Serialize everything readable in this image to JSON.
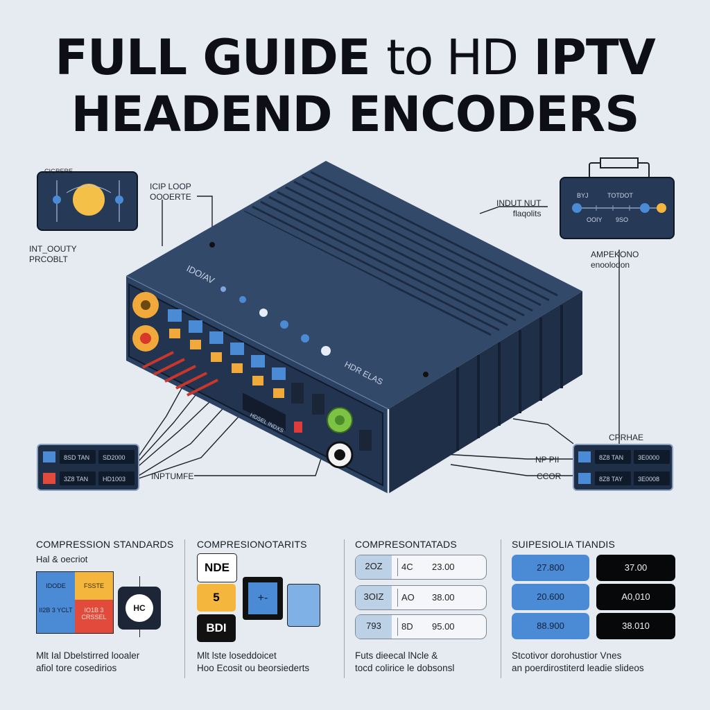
{
  "header": {
    "title_bold_1": "FULL GUIDE",
    "title_thin": "to HD",
    "title_bold_2": "IPTV",
    "title_line2": "HEADEND ENCODERS"
  },
  "device": {
    "brand_label": "IDO/AV",
    "side_label": "HDR ELAS",
    "tag_label": "HDSEL INDXS"
  },
  "callouts": {
    "top_left_panel_label": "CIGRERE",
    "top_left_desc": "INT_OOUTY\nPRCOBLT",
    "ip_loop": "ICIP LOOP\nOOOERTE",
    "top_right_panel": {
      "label_a": "BYJ",
      "label_b": "TOTDOT",
      "label_c": "OOIY",
      "label_d": "9SO"
    },
    "indut_nut": "INDUT NUT\nflaqolits",
    "ampekono": "AMPEKONO\nenoolodon",
    "inptumfe": "INPTUMFE",
    "cprhae": "CPRHAE",
    "np_pii": "NP PII",
    "ccor": "CCOR",
    "left_list": [
      {
        "icon": "blue",
        "a": "8SD TAN",
        "b": "SD2000"
      },
      {
        "icon": "orange",
        "a": "3Z8 TAN",
        "b": "HD1003"
      }
    ],
    "right_list": [
      {
        "icon": "blue",
        "a": "8Z8 TAN",
        "b": "3E0000"
      },
      {
        "icon": "blue",
        "a": "8Z8 TAY",
        "b": "3E0008"
      }
    ]
  },
  "sections": [
    {
      "heading": "COMPRESSION STANDARDS",
      "subheading": "Hal & oecriot",
      "quad": [
        "IDODE",
        "FSSTE",
        "II2B 3 YCLT",
        "IO1B 3 CRSSEL"
      ],
      "chip": "HC",
      "footer": "Mlt Ial Dbelstirred looaler\nafiol tore cosedirios"
    },
    {
      "heading": "COMPRESIONOTARITS",
      "badges": [
        "NDE",
        "5",
        "BDI"
      ],
      "footer": "Mlt lste loseddoicet\nHoo Ecosit ou beorsiederts"
    },
    {
      "heading": "COMPRESONTATADS",
      "rows": [
        {
          "a": "2OZ",
          "b": "4C",
          "c": "23.00"
        },
        {
          "a": "3OIZ",
          "b": "AO",
          "c": "38.00"
        },
        {
          "a": "793",
          "b": "8D",
          "c": "95.00"
        }
      ],
      "footer": "Futs dieecal lNcle &\ntocd colirice le dobsonsl"
    },
    {
      "heading": "SUIPESIOLIA TIANDIS",
      "rows": [
        {
          "a": "27.800",
          "b": "37.00"
        },
        {
          "a": "20.600",
          "b": "A0,010"
        },
        {
          "a": "88.900",
          "b": "38.010"
        }
      ],
      "footer": "Stcotivor dorohustior Vnes\nan poerdirostiterd leadie slideos"
    }
  ],
  "colors": {
    "device_navy": "#2f4462",
    "device_dark": "#1f2f48",
    "accent_yellow": "#f4b63c",
    "accent_blue": "#4b8bd6",
    "accent_red": "#e24b3b",
    "accent_green": "#7cc243"
  }
}
